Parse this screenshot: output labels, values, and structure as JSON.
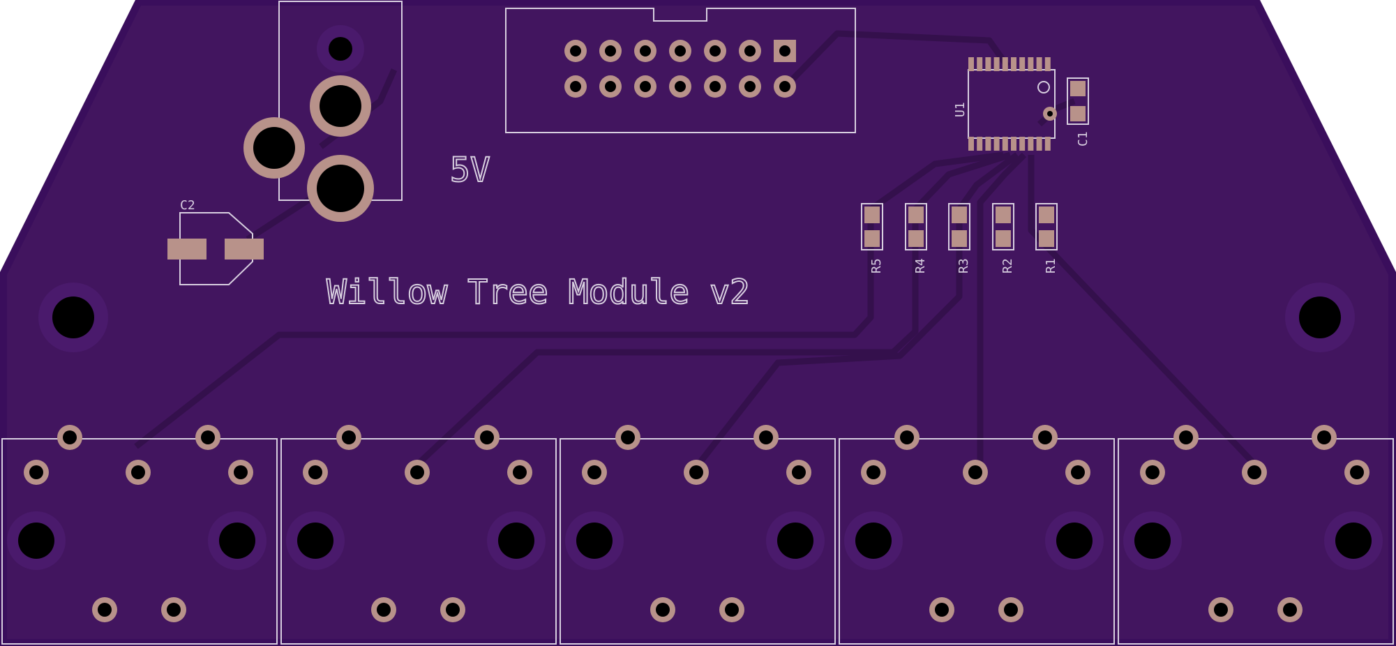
{
  "board": {
    "title": "Willow Tree Module v2",
    "voltage_label": "5V",
    "colors": {
      "background": "#ffffff",
      "board_edge": "#3a0e5c",
      "board_fill": "#42155f",
      "copper_pour": "#4a1a6c",
      "trace": "#36104f",
      "silkscreen": "#d8cfe0",
      "pad": "#b8928a",
      "hole": "#000000"
    }
  },
  "components": {
    "u1": "U1",
    "c1": "C1",
    "c2": "C2",
    "resistors": [
      "R5",
      "R4",
      "R3",
      "R2",
      "R1"
    ]
  },
  "header": {
    "name": "2x7 box header",
    "pin_rows": 2,
    "pin_cols": 7
  },
  "jacks": {
    "count": 5
  }
}
